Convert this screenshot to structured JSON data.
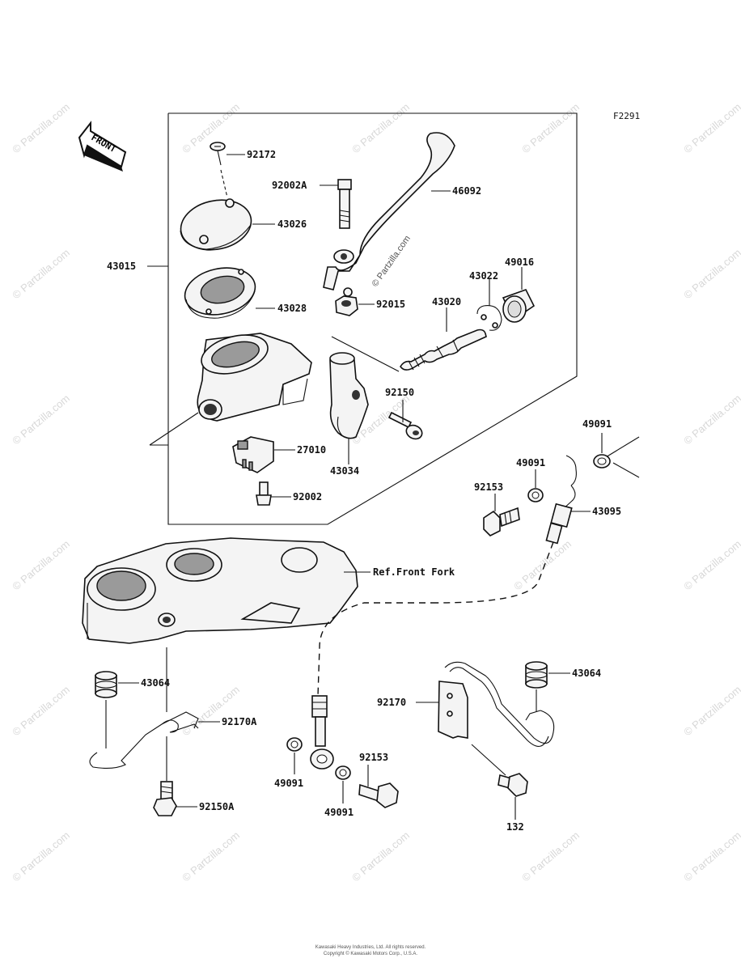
{
  "diagram_code": "F2291",
  "front_arrow_text": "FRONT",
  "watermark_text": "© Partzilla.com",
  "lever_watermark": "© Partzilla.com",
  "labels": {
    "p92172": "92172",
    "p92002A": "92002A",
    "p46092": "46092",
    "p43026": "43026",
    "p43015": "43015",
    "p49016": "49016",
    "p43022": "43022",
    "p43028": "43028",
    "p92015": "92015",
    "p43020": "43020",
    "p92150": "92150",
    "p27010": "27010",
    "p43034": "43034",
    "p92002": "92002",
    "p49091_a": "49091",
    "p49091_b": "49091",
    "p92153_a": "92153",
    "p43095": "43095",
    "ref_front_fork": "Ref.Front Fork",
    "p43064_a": "43064",
    "p43064_b": "43064",
    "p92170A": "92170A",
    "p92170": "92170",
    "p92150A": "92150A",
    "p92153_b": "92153",
    "p49091_c": "49091",
    "p49091_d": "49091",
    "p132": "132"
  },
  "footer": {
    "line1": "Kawasaki Heavy Industries, Ltd. All rights reserved.",
    "line2": "Copyright © Kawasaki Motors Corp., U.S.A."
  }
}
